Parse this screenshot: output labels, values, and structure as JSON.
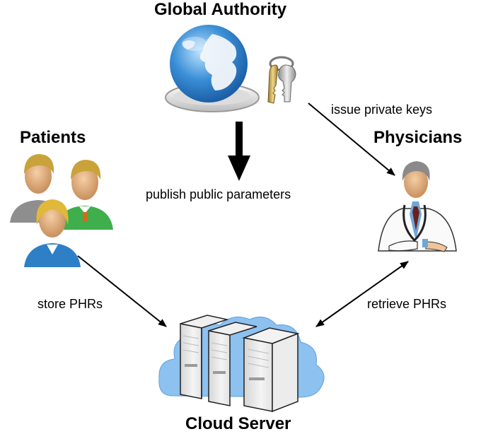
{
  "nodes": {
    "authority": {
      "title": "Global Authority",
      "icons": [
        "globe-icon",
        "keys-icon"
      ]
    },
    "patients": {
      "title": "Patients",
      "icon": "user-group-icon"
    },
    "physicians": {
      "title": "Physicians",
      "icon": "doctor-icon"
    },
    "cloud": {
      "title": "Cloud Server",
      "icon": "server-cloud-icon"
    }
  },
  "edges": [
    {
      "from": "authority",
      "to": "cloud",
      "label": "publish public parameters",
      "direction": "one-way"
    },
    {
      "from": "authority",
      "to": "physicians",
      "label": "issue private keys",
      "direction": "one-way"
    },
    {
      "from": "patients",
      "to": "cloud",
      "label": "store PHRs",
      "direction": "one-way"
    },
    {
      "from": "physicians",
      "to": "cloud",
      "label": "retrieve PHRs",
      "direction": "two-way"
    }
  ],
  "colors": {
    "globe_blue": "#3a8fd6",
    "cloud_blue": "#8cc1f0",
    "server_gray": "#e8e8e8",
    "arrow": "#000000"
  }
}
